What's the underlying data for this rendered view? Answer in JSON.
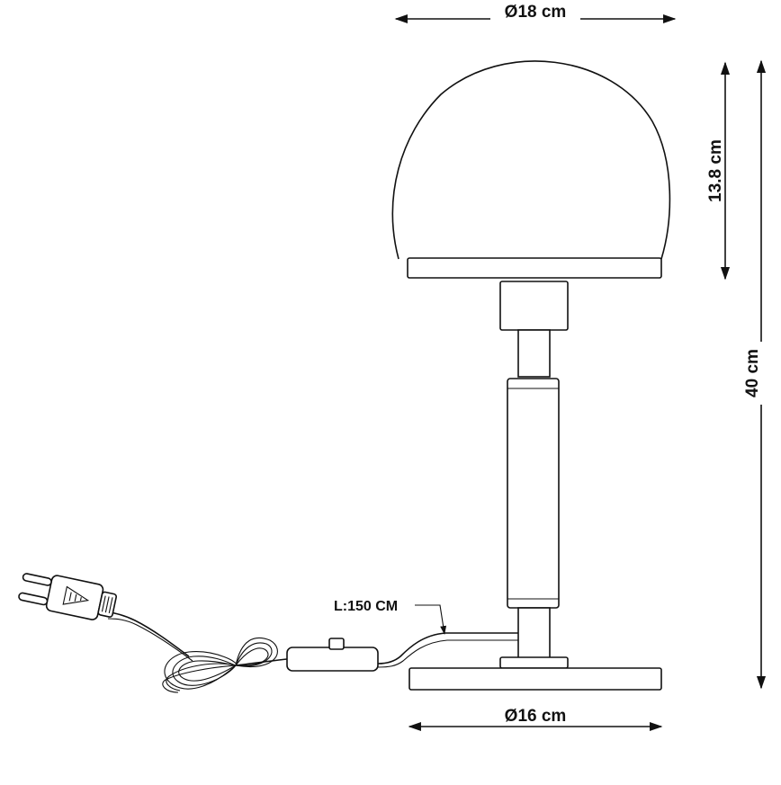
{
  "dimensions": {
    "shade_diameter": "Ø18 cm",
    "base_diameter": "Ø16 cm",
    "shade_height": "13.8 cm",
    "total_height": "40 cm",
    "cable_length": "L:150 CM"
  }
}
